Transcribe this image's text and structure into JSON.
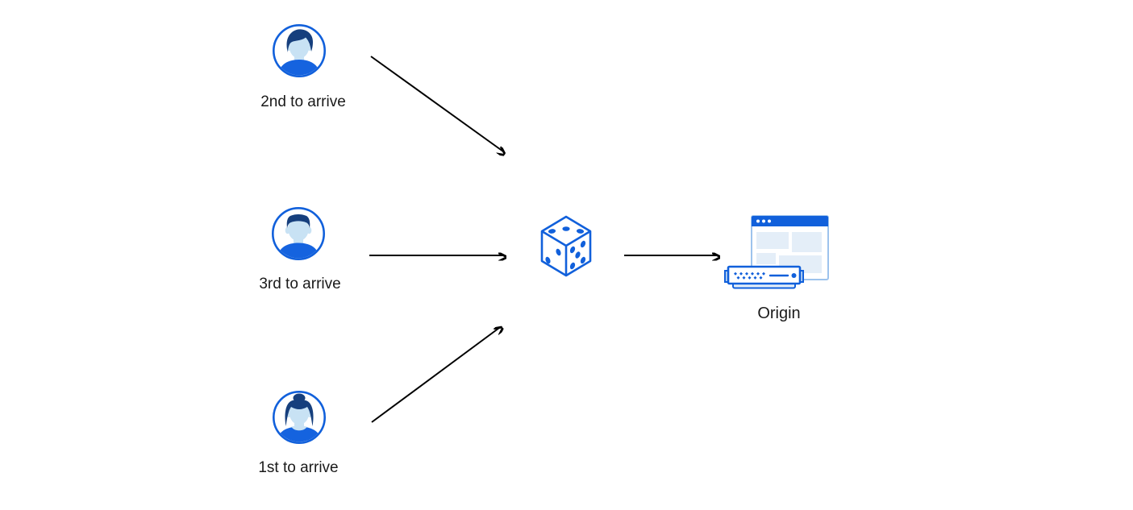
{
  "diagram": {
    "description": "Three clients arriving in different order are routed through a random selection (dice) to a single origin server"
  },
  "colors": {
    "icon_blue": "#1160DB",
    "hair_navy": "#163F7D",
    "face_light": "#C8E2F4",
    "shirt_blue": "#1563DF",
    "panel_light": "#E4EEF8",
    "tab_light": "#BFD9F2",
    "window_border": "#9DC3ED",
    "arrow_black": "#000000",
    "label_text": "#1A1A1A",
    "bg": "#FFFFFF"
  },
  "nodes": [
    {
      "id": "user-2nd",
      "label": "2nd to arrive",
      "icon": "user-avatar-male-swept-hair-icon"
    },
    {
      "id": "user-3rd",
      "label": "3rd to arrive",
      "icon": "user-avatar-male-flat-hair-icon"
    },
    {
      "id": "user-1st",
      "label": "1st to arrive",
      "icon": "user-avatar-female-bun-icon"
    },
    {
      "id": "random-selector",
      "label": "",
      "icon": "dice-icon"
    },
    {
      "id": "origin",
      "label": "Origin",
      "icon": "origin-server-browser-icon"
    }
  ],
  "edges": [
    {
      "from": "user-2nd",
      "to": "random-selector"
    },
    {
      "from": "user-3rd",
      "to": "random-selector"
    },
    {
      "from": "user-1st",
      "to": "random-selector"
    },
    {
      "from": "random-selector",
      "to": "origin"
    }
  ]
}
